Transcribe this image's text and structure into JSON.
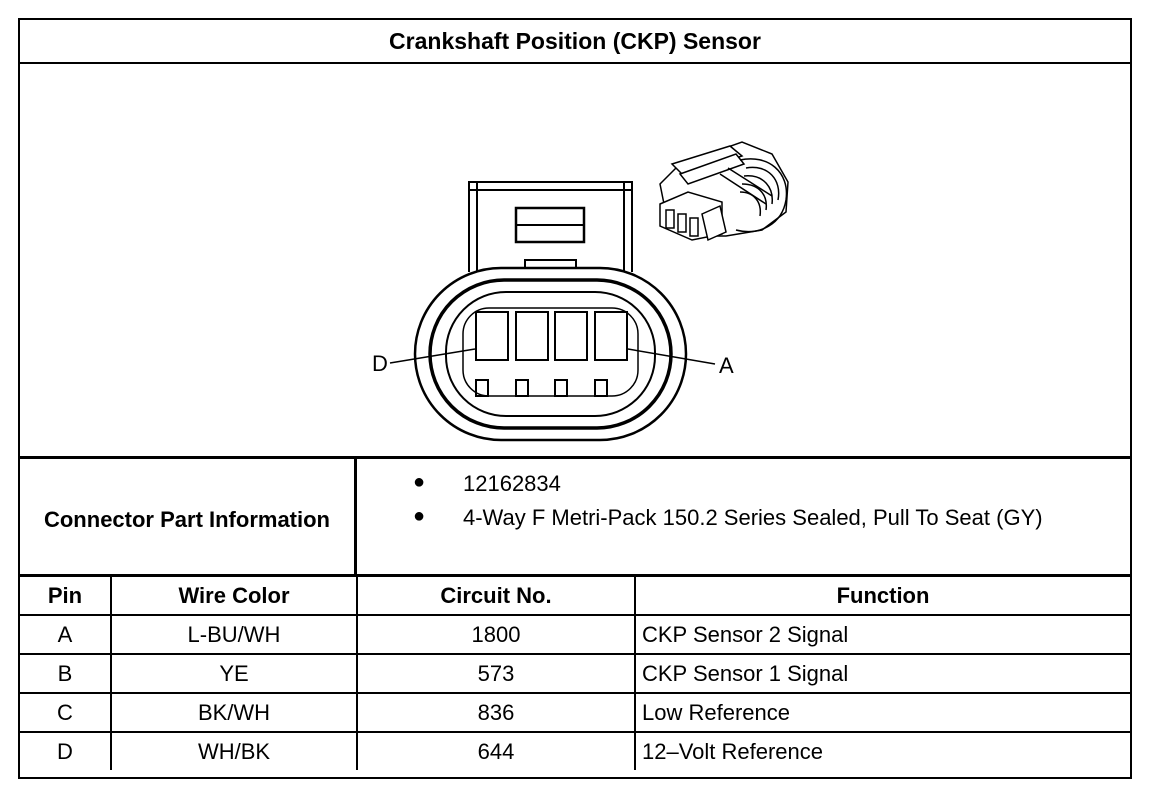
{
  "title": "Crankshaft Position (CKP) Sensor",
  "diagram": {
    "pin_callouts": {
      "left": "D",
      "right": "A"
    }
  },
  "connector_info": {
    "label": "Connector Part Information",
    "items": [
      "12162834",
      "4-Way F Metri-Pack 150.2 Series Sealed, Pull To Seat (GY)"
    ]
  },
  "pin_table": {
    "headers": [
      "Pin",
      "Wire Color",
      "Circuit No.",
      "Function"
    ],
    "rows": [
      [
        "A",
        "L-BU/WH",
        "1800",
        "CKP Sensor 2 Signal"
      ],
      [
        "B",
        "YE",
        "573",
        "CKP Sensor 1 Signal"
      ],
      [
        "C",
        "BK/WH",
        "836",
        "Low Reference"
      ],
      [
        "D",
        "WH/BK",
        "644",
        "12–Volt Reference"
      ]
    ]
  }
}
